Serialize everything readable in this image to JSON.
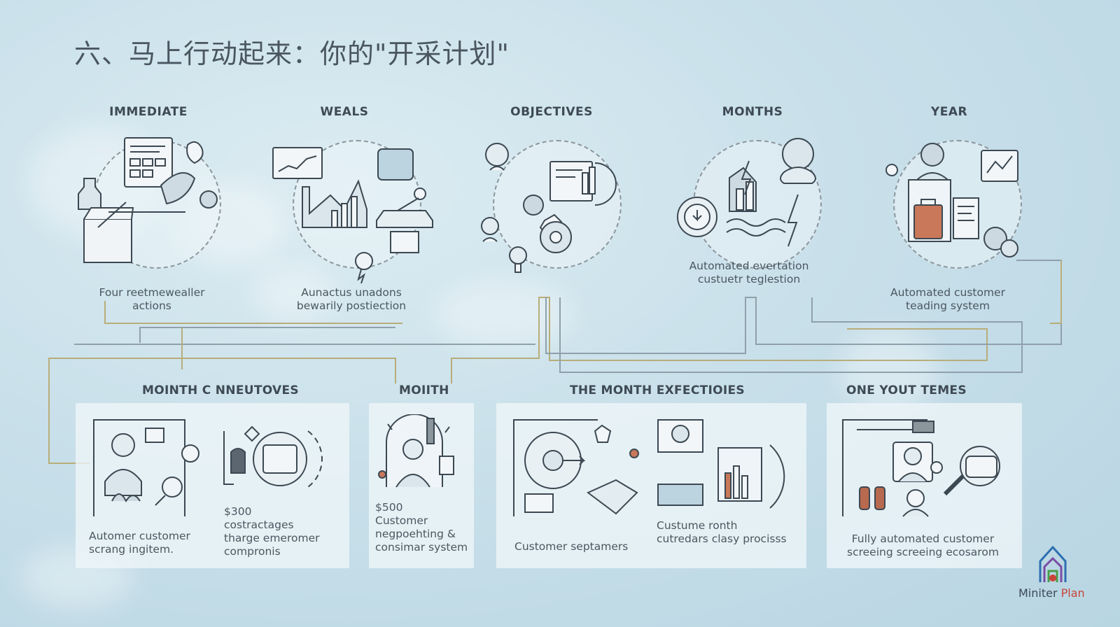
{
  "title": "六、马上行动起来：你的\"开采计划\"",
  "phases": [
    {
      "label": "IMMEDIATE",
      "caption": [
        "Four reetmewealler",
        "actions"
      ]
    },
    {
      "label": "WEALS",
      "caption": [
        "Aunactus unadons",
        "bewarily postiection"
      ]
    },
    {
      "label": "OBJECTIVES",
      "caption": [
        "",
        ""
      ]
    },
    {
      "label": "MONTHS",
      "caption": [
        "Automated evertation",
        "custuetr teglestion"
      ]
    },
    {
      "label": "YEAR",
      "caption": [
        "Automated customer",
        "teading system"
      ]
    }
  ],
  "sections": [
    {
      "label": "MOINTH C NNEUTOVES",
      "texts": [
        [
          "Automer customer",
          "scrang ingitem."
        ],
        [
          "$300",
          "costractages",
          "tharge emeromer",
          "compronis"
        ]
      ]
    },
    {
      "label": "MOIITH",
      "texts": [
        [
          "$500",
          "Customer",
          "negpoehting &",
          "consimar system"
        ]
      ]
    },
    {
      "label": "THE MONTH EXFECTIOIES",
      "texts": [
        [
          "Customer septamers"
        ],
        [
          "Custume ronth",
          "cutredars clasy procisss"
        ]
      ]
    },
    {
      "label": "ONE YOUT TEMES",
      "texts": [
        [
          "Fully automated customer",
          "screeing screeing ecosarom"
        ]
      ]
    }
  ],
  "logo": {
    "text_main": "Miniter ",
    "text_accent": "Plan"
  },
  "colors": {
    "line_gold": "#b8ad7a",
    "line_blue": "#8fa0ab",
    "panel_bg": "#eef6f9",
    "accent_red": "#c9443b",
    "accent_blue": "#2d6fb0",
    "accent_green": "#4a9d4c"
  },
  "icons": [
    "calendar-icon",
    "lightbulb-icon",
    "bar-chart-icon",
    "pump-jack-icon",
    "worker-icon",
    "gear-icon",
    "storm-icon",
    "clock-icon",
    "briefcase-icon",
    "person-icon",
    "chat-icon",
    "magnifier-icon",
    "logo-house-icon"
  ]
}
